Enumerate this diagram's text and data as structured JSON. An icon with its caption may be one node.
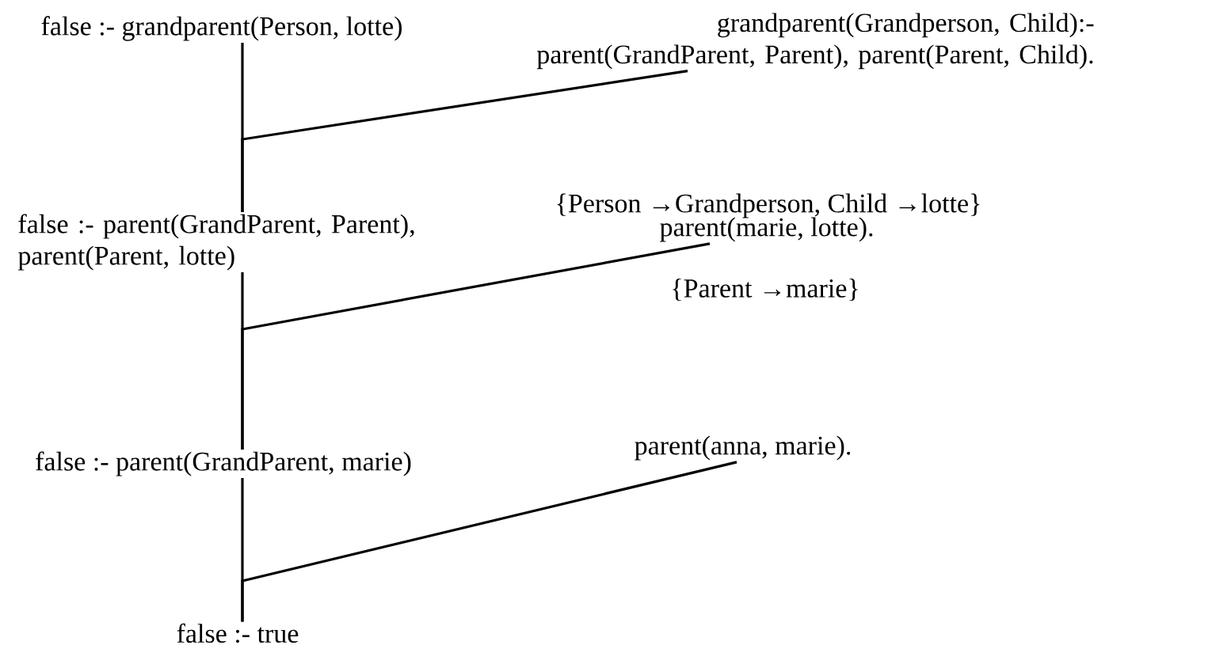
{
  "diagram": {
    "nodes": [
      {
        "text": [
          "false :- grandparent(Person, lotte)"
        ]
      },
      {
        "text": [
          "grandparent(Grandperson, Child):- parent(GrandParent, Parent), parent(Parent, Child)."
        ]
      },
      {
        "text": [
          "false :- parent(GrandParent, Parent), parent(Parent, lotte)"
        ]
      },
      {
        "text": [
          "parent(marie, lotte)."
        ]
      },
      {
        "text": [
          "false :- parent(GrandParent, marie)"
        ]
      },
      {
        "text": [
          "parent(anna, marie)."
        ]
      },
      {
        "text": [
          "false :- true"
        ]
      }
    ],
    "edges": [
      {
        "from": 0,
        "to": 2,
        "arrow": "none"
      },
      {
        "from": 1,
        "to": 2,
        "arrow": "none"
      },
      {
        "from": 2,
        "to": 4,
        "arrow": "none"
      },
      {
        "from": 3,
        "to": 4,
        "arrow": "none"
      },
      {
        "from": 4,
        "to": 6,
        "arrow": "none"
      },
      {
        "from": 5,
        "to": 6,
        "arrow": "none"
      }
    ],
    "labels": [
      "{Person →Grandperson, Child →lotte}",
      "{Parent →marie}"
    ]
  }
}
